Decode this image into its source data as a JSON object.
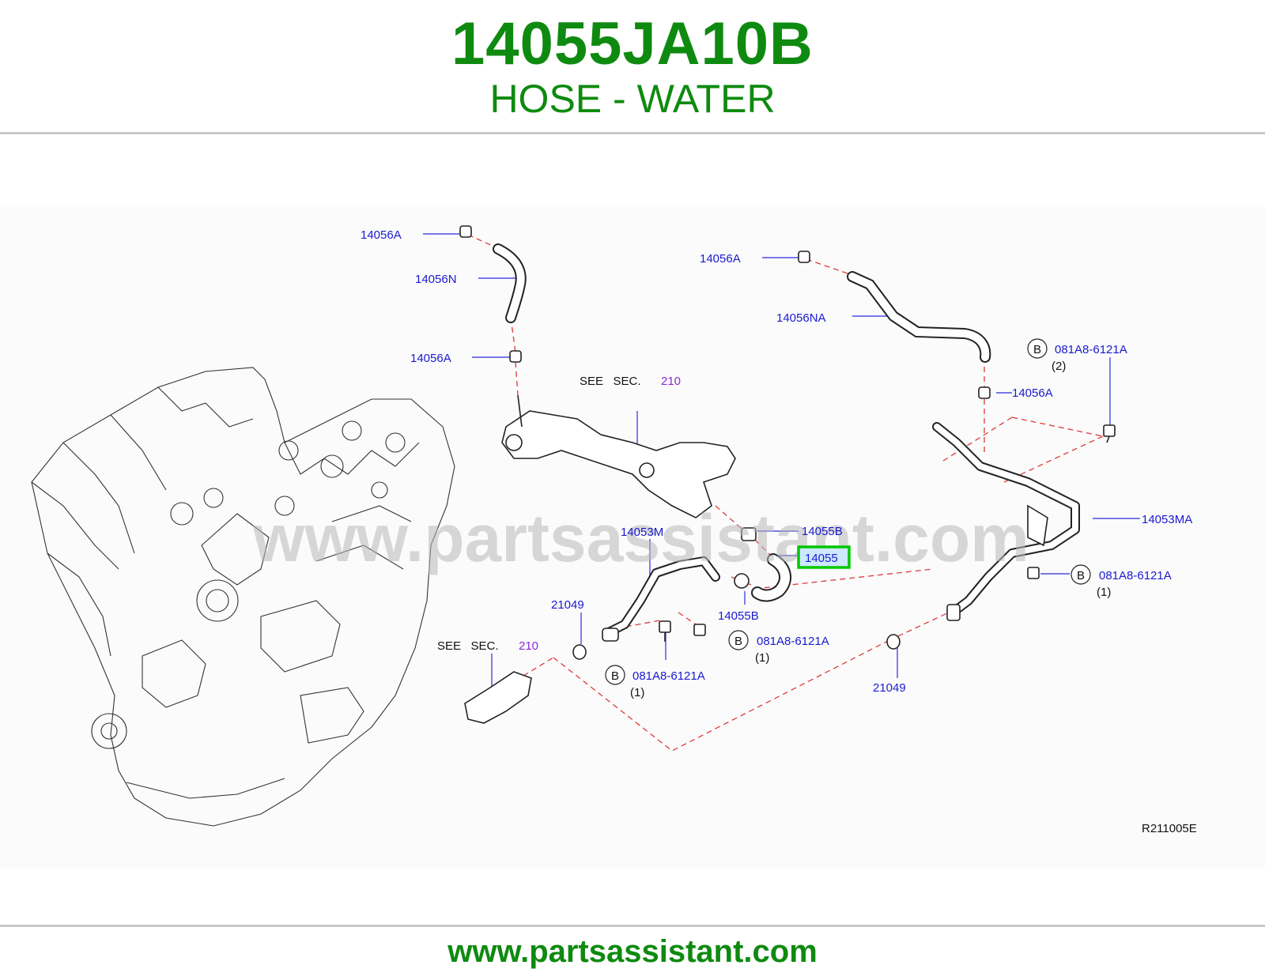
{
  "header": {
    "part_number": "14055JA10B",
    "description": "HOSE - WATER"
  },
  "diagram": {
    "watermark": "www.partsassistant.com",
    "reference_code": "R211005E",
    "see_sec_text": "SEE   SEC.",
    "section_number": "210",
    "bolt_marker": "B",
    "labels": {
      "clamp_top_left": "14056A",
      "hose_left": "14056N",
      "clamp_mid_left": "14056A",
      "clamp_top_right": "14056A",
      "hose_right": "14056NA",
      "clamp_mid_right": "14056A",
      "bolt_top_right": "081A8-6121A",
      "bolt_top_right_qty": "(2)",
      "pipe_left": "14053M",
      "clamp_upper": "14055B",
      "hose_highlighted": "14055",
      "clamp_lower": "14055B",
      "pipe_right": "14053MA",
      "bolt_right": "081A8-6121A",
      "bolt_right_qty": "(1)",
      "oring_left": "21049",
      "bolt_center": "081A8-6121A",
      "bolt_center_qty": "(1)",
      "bolt_lower_left": "081A8-6121A",
      "bolt_lower_left_qty": "(1)",
      "oring_right": "21049"
    },
    "colors": {
      "label": "#1a1ad0",
      "highlight": "#00c800",
      "leader_dashed": "#e03a3a",
      "section_ref": "#8a2bd6"
    }
  },
  "footer": {
    "url": "www.partsassistant.com"
  }
}
